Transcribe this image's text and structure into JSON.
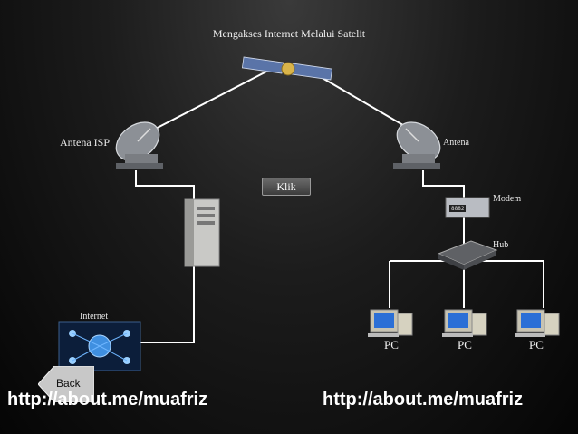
{
  "title": "Mengakses Internet Melalui Satelit",
  "labels": {
    "antena_isp": "Antena ISP",
    "antena": "Antena",
    "modem": "Modem",
    "hub": "Hub",
    "internet": "Internet",
    "pc1": "PC",
    "pc2": "PC",
    "pc3": "PC",
    "modem_display": "8882"
  },
  "buttons": {
    "klik": "Klik",
    "back": "Back"
  },
  "footer": {
    "url_left": "http://about.me/muafriz",
    "url_right": "http://about.me/muafriz"
  }
}
